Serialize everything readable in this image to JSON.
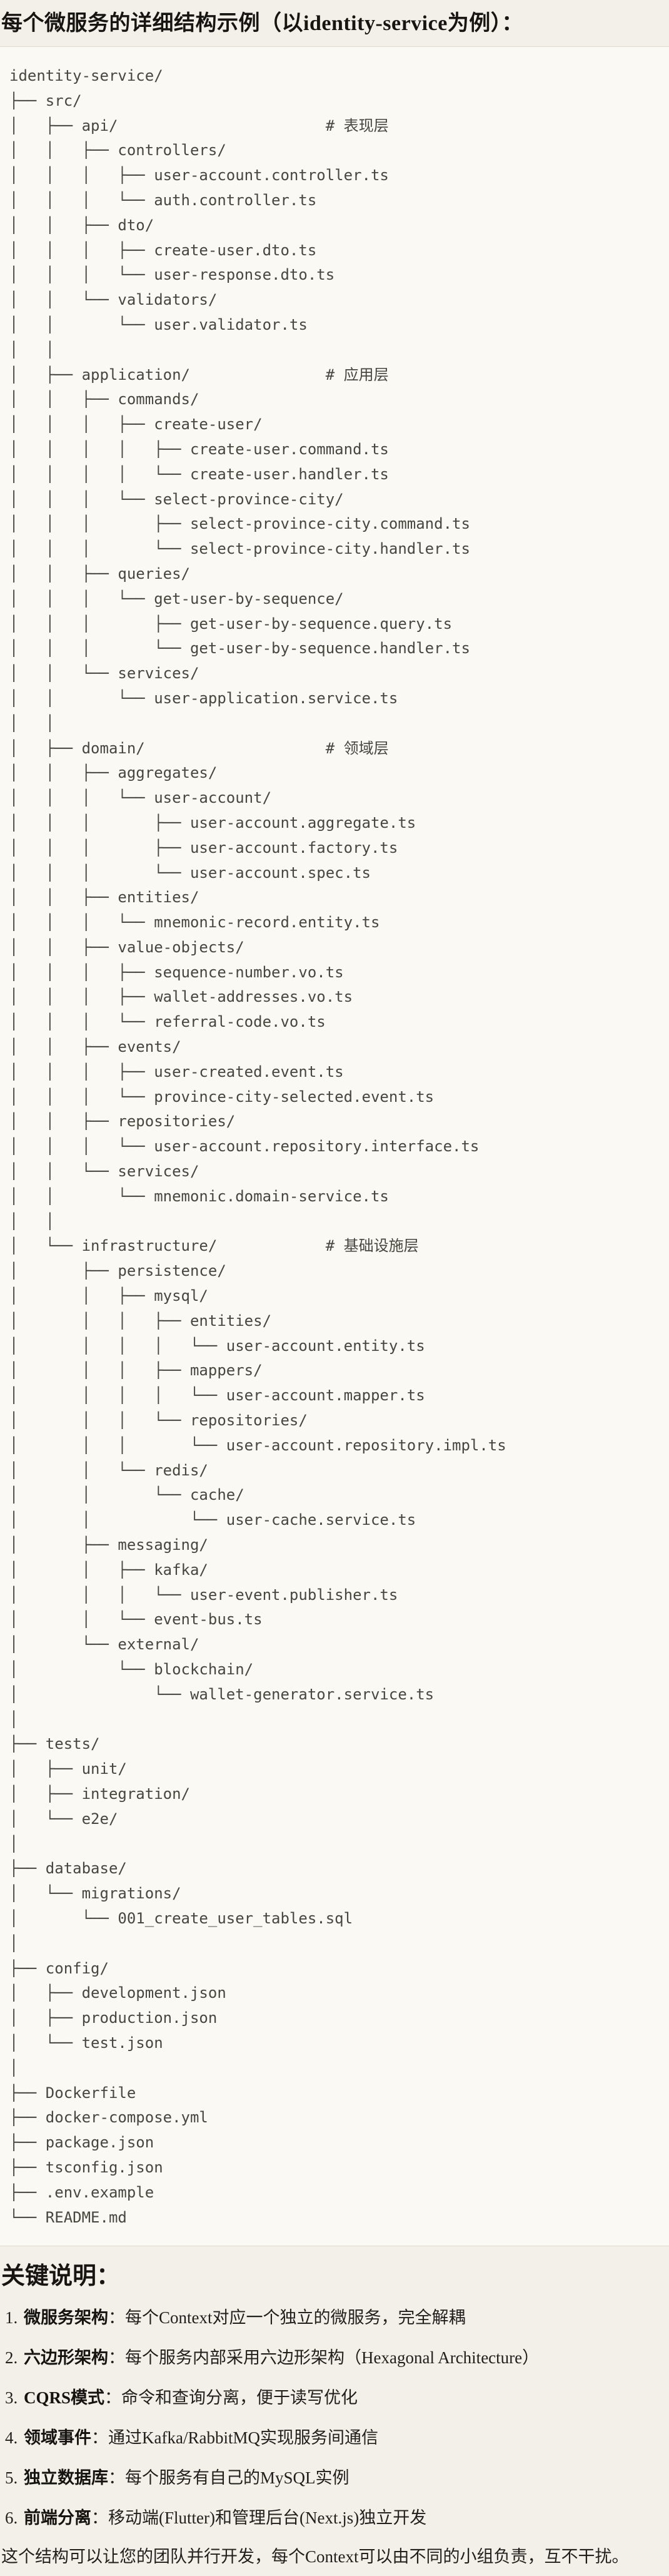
{
  "title": "每个微服务的详细结构示例（以identity-service为例）：",
  "tree": {
    "lines": [
      "identity-service/",
      "├── src/",
      "│   ├── api/                       # 表现层",
      "│   │   ├── controllers/",
      "│   │   │   ├── user-account.controller.ts",
      "│   │   │   └── auth.controller.ts",
      "│   │   ├── dto/",
      "│   │   │   ├── create-user.dto.ts",
      "│   │   │   └── user-response.dto.ts",
      "│   │   └── validators/",
      "│   │       └── user.validator.ts",
      "│   │",
      "│   ├── application/               # 应用层",
      "│   │   ├── commands/",
      "│   │   │   ├── create-user/",
      "│   │   │   │   ├── create-user.command.ts",
      "│   │   │   │   └── create-user.handler.ts",
      "│   │   │   └── select-province-city/",
      "│   │   │       ├── select-province-city.command.ts",
      "│   │   │       └── select-province-city.handler.ts",
      "│   │   ├── queries/",
      "│   │   │   └── get-user-by-sequence/",
      "│   │   │       ├── get-user-by-sequence.query.ts",
      "│   │   │       └── get-user-by-sequence.handler.ts",
      "│   │   └── services/",
      "│   │       └── user-application.service.ts",
      "│   │",
      "│   ├── domain/                    # 领域层",
      "│   │   ├── aggregates/",
      "│   │   │   └── user-account/",
      "│   │   │       ├── user-account.aggregate.ts",
      "│   │   │       ├── user-account.factory.ts",
      "│   │   │       └── user-account.spec.ts",
      "│   │   ├── entities/",
      "│   │   │   └── mnemonic-record.entity.ts",
      "│   │   ├── value-objects/",
      "│   │   │   ├── sequence-number.vo.ts",
      "│   │   │   ├── wallet-addresses.vo.ts",
      "│   │   │   └── referral-code.vo.ts",
      "│   │   ├── events/",
      "│   │   │   ├── user-created.event.ts",
      "│   │   │   └── province-city-selected.event.ts",
      "│   │   ├── repositories/",
      "│   │   │   └── user-account.repository.interface.ts",
      "│   │   └── services/",
      "│   │       └── mnemonic.domain-service.ts",
      "│   │",
      "│   └── infrastructure/            # 基础设施层",
      "│       ├── persistence/",
      "│       │   ├── mysql/",
      "│       │   │   ├── entities/",
      "│       │   │   │   └── user-account.entity.ts",
      "│       │   │   ├── mappers/",
      "│       │   │   │   └── user-account.mapper.ts",
      "│       │   │   └── repositories/",
      "│       │   │       └── user-account.repository.impl.ts",
      "│       │   └── redis/",
      "│       │       └── cache/",
      "│       │           └── user-cache.service.ts",
      "│       ├── messaging/",
      "│       │   ├── kafka/",
      "│       │   │   └── user-event.publisher.ts",
      "│       │   └── event-bus.ts",
      "│       └── external/",
      "│           └── blockchain/",
      "│               └── wallet-generator.service.ts",
      "│",
      "├── tests/",
      "│   ├── unit/",
      "│   ├── integration/",
      "│   └── e2e/",
      "│",
      "├── database/",
      "│   └── migrations/",
      "│       └── 001_create_user_tables.sql",
      "│",
      "├── config/",
      "│   ├── development.json",
      "│   ├── production.json",
      "│   └── test.json",
      "│",
      "├── Dockerfile",
      "├── docker-compose.yml",
      "├── package.json",
      "├── tsconfig.json",
      "├── .env.example",
      "└── README.md"
    ]
  },
  "notes": {
    "heading": "关键说明：",
    "items": [
      {
        "num": "1.",
        "term": "微服务架构",
        "colon": "：",
        "desc": "每个Context对应一个独立的微服务，完全解耦"
      },
      {
        "num": "2.",
        "term": "六边形架构",
        "colon": "：",
        "desc": "每个服务内部采用六边形架构（Hexagonal Architecture）"
      },
      {
        "num": "3.",
        "term": "CQRS模式",
        "colon": "：",
        "desc": "命令和查询分离，便于读写优化"
      },
      {
        "num": "4.",
        "term": "领域事件",
        "colon": "：",
        "desc": "通过Kafka/RabbitMQ实现服务间通信"
      },
      {
        "num": "5.",
        "term": "独立数据库",
        "colon": "：",
        "desc": "每个服务有自己的MySQL实例"
      },
      {
        "num": "6.",
        "term": "前端分离",
        "colon": "：",
        "desc": "移动端(Flutter)和管理后台(Next.js)独立开发"
      }
    ],
    "footer": "这个结构可以让您的团队并行开发，每个Context可以由不同的小组负责，互不干扰。"
  },
  "colors": {
    "page_bg": "#f2f0e9",
    "code_bg": "#faf9f4",
    "code_border": "#ded9d0",
    "code_text": "#47463f",
    "heading_text": "#161512",
    "body_text": "#201f1c"
  },
  "tree_comments": [
    "# 表现层",
    "# 应用层",
    "# 领域层",
    "# 基础设施层"
  ]
}
